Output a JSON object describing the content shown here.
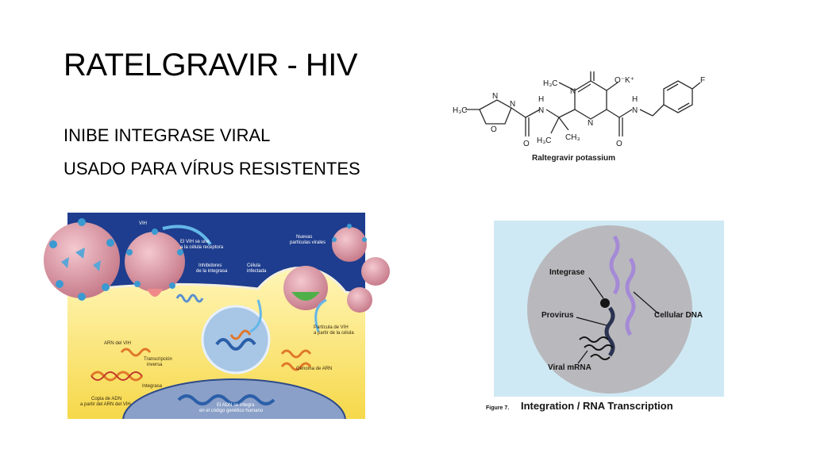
{
  "slide": {
    "title": "RATELGRAVIR - HIV",
    "bullets": [
      "INIBE INTEGRASE VIRAL",
      "USADO PARA VÍRUS RESISTENTES"
    ]
  },
  "chemical_structure": {
    "caption": "Raltegravir potassium",
    "labels": {
      "ch3_left": "H₃C",
      "n1": "N",
      "n2": "N",
      "o_ring": "O",
      "h_left": "H",
      "n_amide_left": "N",
      "o_carbonyl_left": "O",
      "ch3_top": "H₃C",
      "n_top": "N",
      "o_top": "O",
      "o_minus_k": "O⁻K⁺",
      "n_ring": "N",
      "h3c_bottom": "H₃C",
      "ch3_bottom": "CH₃",
      "o_carbonyl_right": "O",
      "h_right": "H",
      "n_amide_right": "N",
      "fluorine": "F"
    }
  },
  "virus_figure": {
    "labels": {
      "vih": "VIH",
      "vih_se_une": "El VIH se une",
      "vih_se_une_2": "a la célula receptora",
      "inhibidores": "Inhibidores",
      "inhibidores_2": "de la integrasa",
      "celula": "Célula",
      "celula_2": "infectada",
      "nuevas": "Nuevas",
      "nuevas_2": "partículas virales",
      "arn_vih": "ARN del VIH",
      "transcripcion": "Transcripción",
      "transcripcion_2": "inversa",
      "integrasa": "Integrasa",
      "copia": "Copia de ADN",
      "copia_2": "a partir del ARN del VIH",
      "particula": "Partícula de VIH",
      "particula_2": "a partir de la célula",
      "genoma": "Genoma de ARN",
      "adn_integra": "El ADN se integra",
      "adn_integra_2": "en el código genético humano"
    }
  },
  "integration_figure": {
    "labels": {
      "integrase": "Integrase",
      "provirus": "Provirus",
      "cellular_dna": "Cellular DNA",
      "viral_mrna": "Viral mRNA",
      "figure_num": "Figure 7.",
      "figure_title": "Integration / RNA Transcription"
    }
  }
}
